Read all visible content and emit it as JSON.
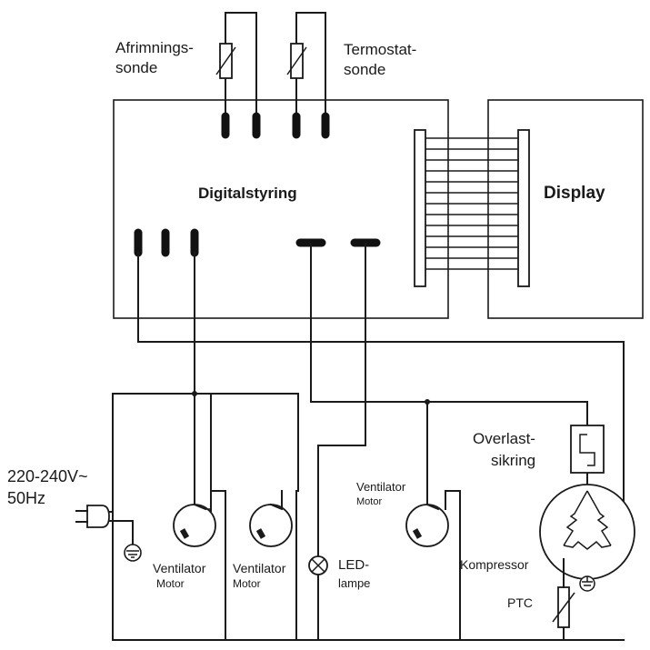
{
  "labels": {
    "afrimnings_1": "Afrimnings-",
    "afrimnings_2": "sonde",
    "termostat_1": "Termostat-",
    "termostat_2": "sonde",
    "digitalstyring": "Digitalstyring",
    "display": "Display",
    "voltage_1": "220-240V~",
    "voltage_2": "50Hz",
    "overlast_1": "Overlast-",
    "overlast_2": "sikring",
    "ventilator_1a": "Ventilator",
    "ventilator_1b": "Motor",
    "ventilator_2a": "Ventilator",
    "ventilator_2b": "Motor",
    "ventilator_3a": "Ventilator",
    "ventilator_3b": "Motor",
    "led_1": "LED-",
    "led_2": "lampe",
    "kompressor": "Kompressor",
    "ptc": "PTC"
  }
}
